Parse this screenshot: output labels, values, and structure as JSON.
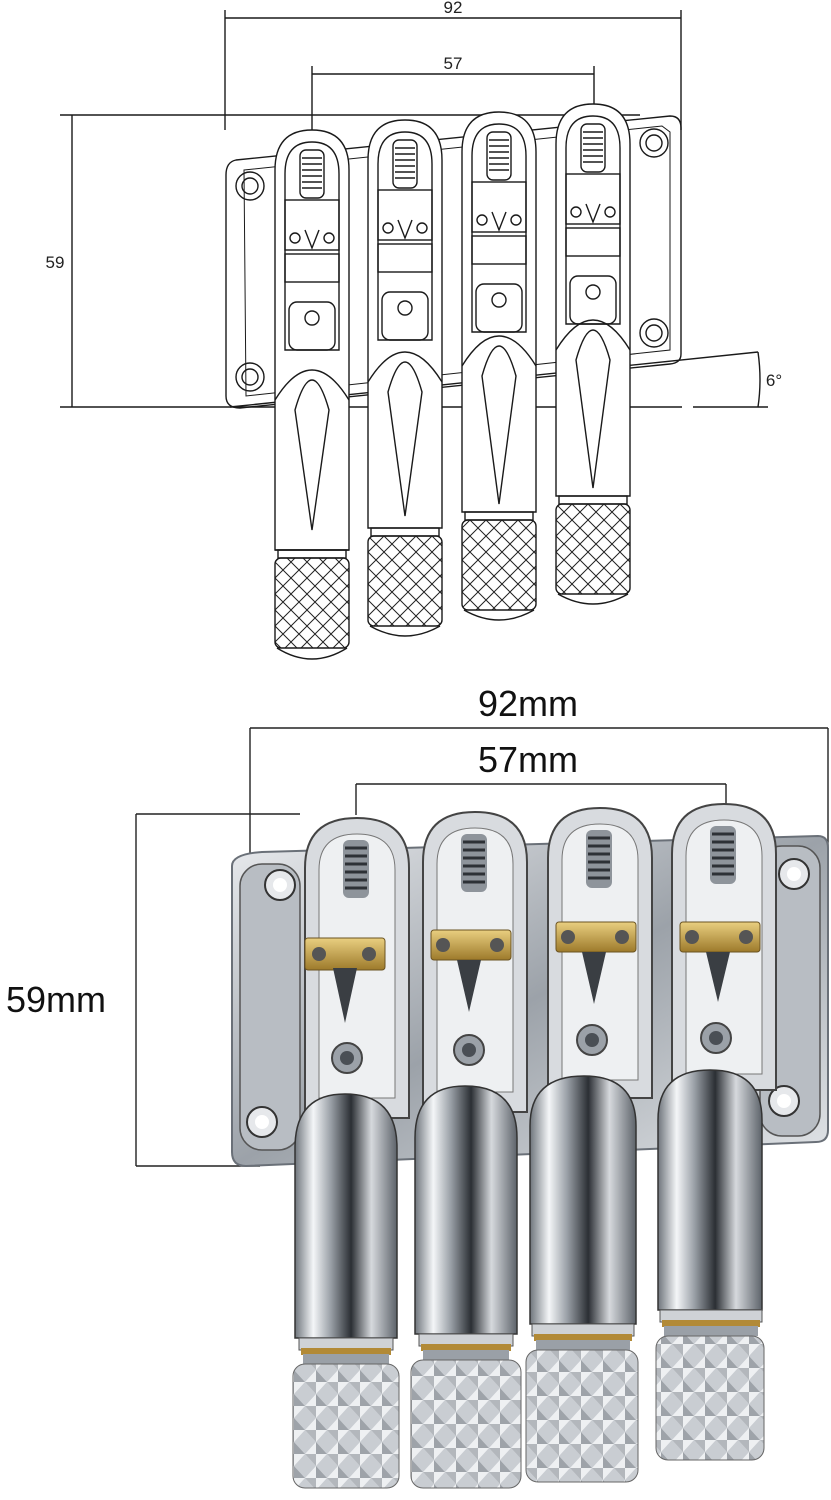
{
  "drawing": {
    "width_label": "92",
    "spacing_label": "57",
    "height_label": "59",
    "angle_label": "6°",
    "saddle_count": 4
  },
  "photo": {
    "width_label": "92mm",
    "spacing_label": "57mm",
    "height_label": "59mm",
    "saddle_count": 4
  },
  "colors": {
    "line": "#1a1a1a",
    "chrome": "#c9ccd1",
    "brass": "#c8a24a",
    "knurl": "#d7d9dc"
  }
}
